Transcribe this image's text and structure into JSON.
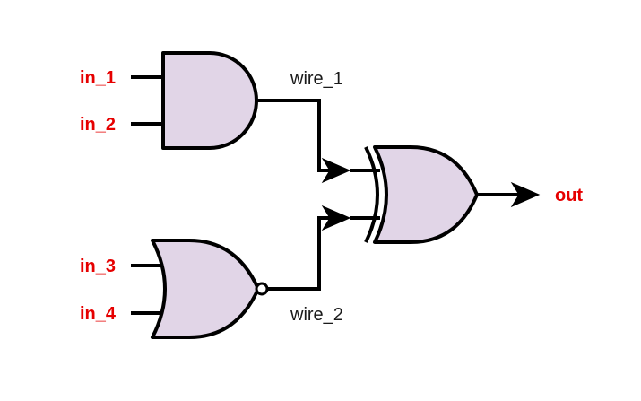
{
  "diagram": {
    "inputs": [
      {
        "id": "in_1",
        "label": "in_1"
      },
      {
        "id": "in_2",
        "label": "in_2"
      },
      {
        "id": "in_3",
        "label": "in_3"
      },
      {
        "id": "in_4",
        "label": "in_4"
      }
    ],
    "output": {
      "id": "out",
      "label": "out"
    },
    "wires": [
      {
        "id": "wire_1",
        "label": "wire_1"
      },
      {
        "id": "wire_2",
        "label": "wire_2"
      }
    ],
    "gates": [
      {
        "id": "gate-1",
        "type": "AND",
        "inputs": [
          "in_1",
          "in_2"
        ],
        "output": "wire_1"
      },
      {
        "id": "gate-2",
        "type": "NOR",
        "inputs": [
          "in_3",
          "in_4"
        ],
        "output": "wire_2"
      },
      {
        "id": "gate-3",
        "type": "XOR",
        "inputs": [
          "wire_1",
          "wire_2"
        ],
        "output": "out"
      }
    ]
  },
  "colors": {
    "gate_fill": "#e1d5e7",
    "stroke": "#000000",
    "port_label": "#e60000",
    "wire_label": "#1a1a1a",
    "background": "#ffffff"
  }
}
